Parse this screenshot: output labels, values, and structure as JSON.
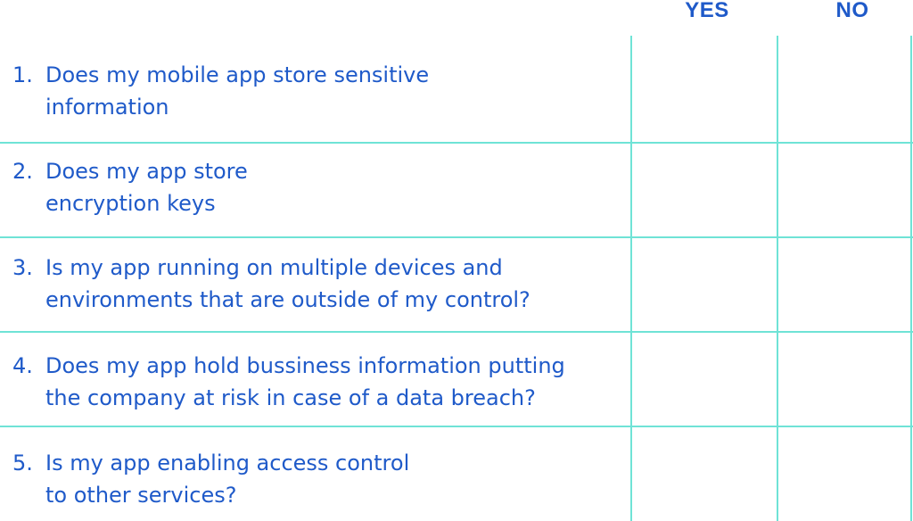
{
  "header": {
    "yes_label": "YES",
    "no_label": "NO"
  },
  "questions": [
    {
      "number": "1.",
      "text": "Does my mobile app store sensitive\ninformation"
    },
    {
      "number": "2.",
      "text": "Does my app store\nencryption keys"
    },
    {
      "number": "3.",
      "text": "Is my app running on multiple devices and\nenvironments that are outside of my control?"
    },
    {
      "number": "4.",
      "text": "Does my app hold bussiness information putting\nthe company at risk in case of a data breach?"
    },
    {
      "number": "5.",
      "text": "Is my app enabling access control\nto other services?"
    }
  ],
  "colors": {
    "text": "#1f5ac9",
    "grid": "#6fe3d6"
  }
}
